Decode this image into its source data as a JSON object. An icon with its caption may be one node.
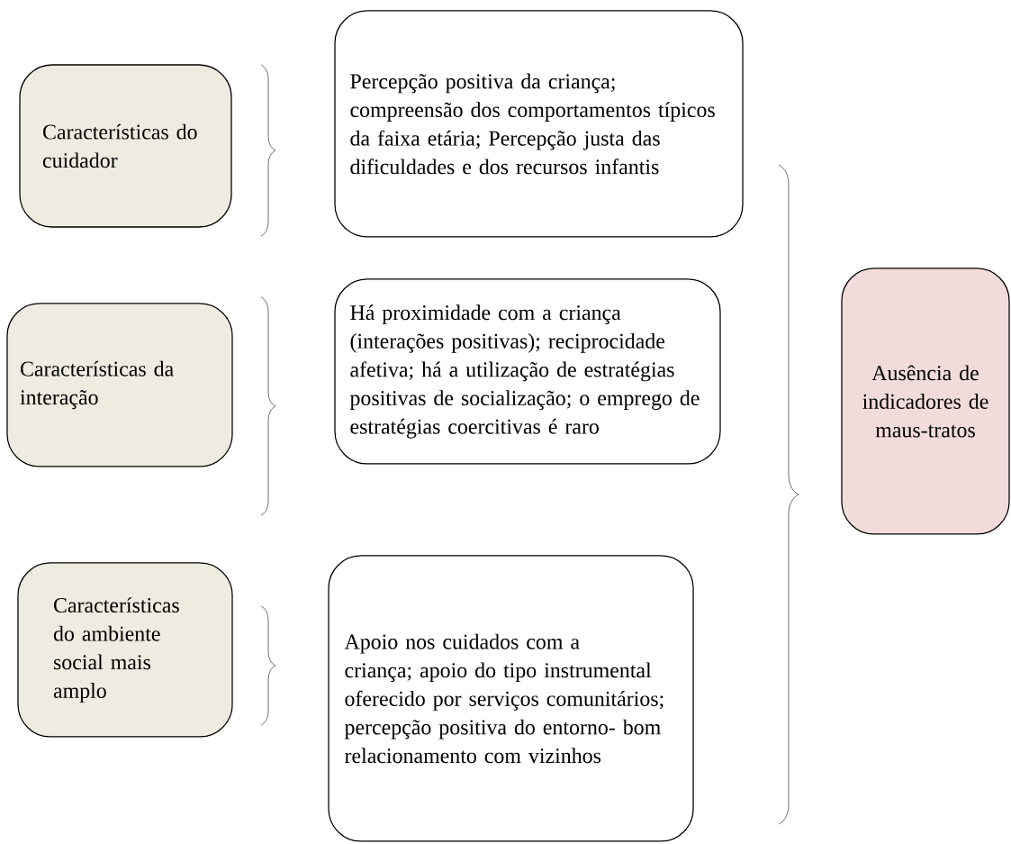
{
  "diagram": {
    "nodes": [
      {
        "text": [
          "Características do cuidador"
        ]
      },
      {
        "text": [
          "Características da interação"
        ]
      },
      {
        "text": [
          "Características do ambiente social mais amplo"
        ]
      },
      {
        "text": [
          "Percepção positiva da criança; compreensão dos comportamentos típicos da faixa etária; Percepção justa das dificuldades e dos recursos infantis"
        ]
      },
      {
        "text": [
          "Há proximidade com a criança (interações positivas); reciprocidade afetiva; há a utilização de estratégias positivas de socialização; o emprego de estratégias coercitivas é raro"
        ]
      },
      {
        "text": [
          "Apoio nos cuidados com a criança; apoio do tipo instrumental oferecido por serviços comunitários; percepção positiva do entorno- bom relacionamento com vizinhos"
        ]
      },
      {
        "text": [
          "Ausência de indicadores de maus-tratos"
        ]
      }
    ]
  }
}
